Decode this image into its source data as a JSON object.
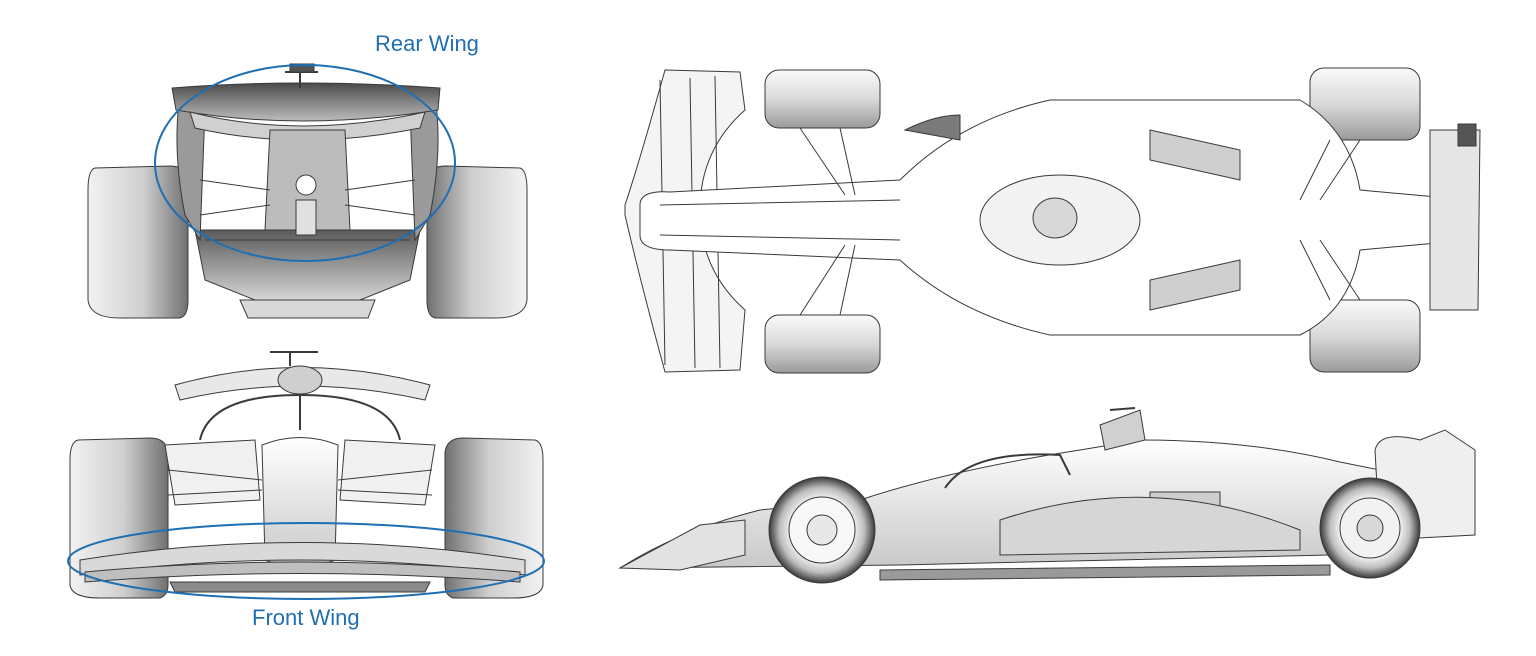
{
  "colors": {
    "annotation": "#1f6fb2",
    "line": "#3a3a3a",
    "shade_dark": "#6e6e6e",
    "shade_mid": "#a8a8a8",
    "shade_light": "#e6e6e6",
    "background": "#ffffff"
  },
  "annotations": {
    "rear_wing": "Rear Wing",
    "front_wing": "Front Wing"
  },
  "views": {
    "rear": "rear-view",
    "front": "front-view",
    "top": "top-view",
    "side": "side-view"
  }
}
